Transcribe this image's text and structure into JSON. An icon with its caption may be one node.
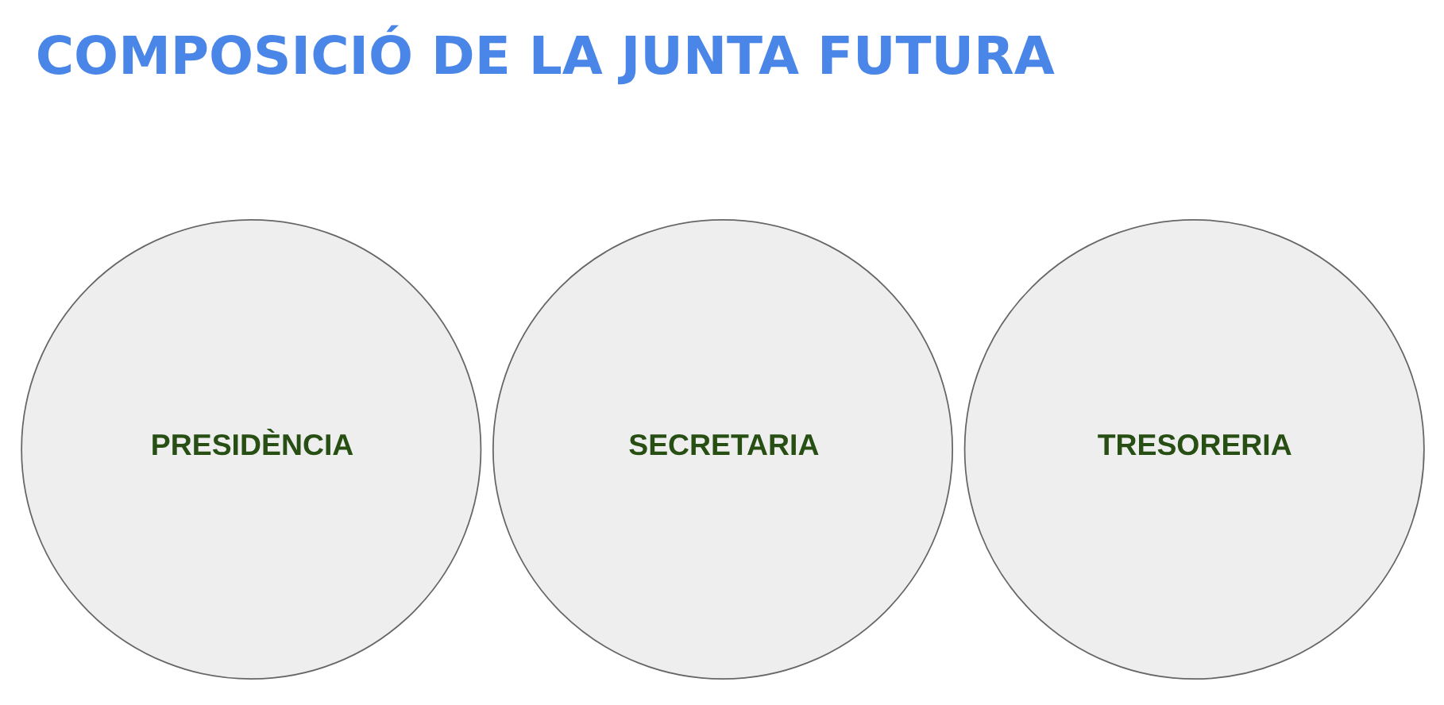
{
  "diagram": {
    "title": "COMPOSICIÓ DE LA JUNTA FUTURA",
    "nodes": [
      {
        "text": [
          "PRESIDÈNCIA"
        ]
      },
      {
        "text": [
          "SECRETARIA"
        ]
      },
      {
        "text": [
          "TRESORERIA"
        ]
      }
    ]
  }
}
